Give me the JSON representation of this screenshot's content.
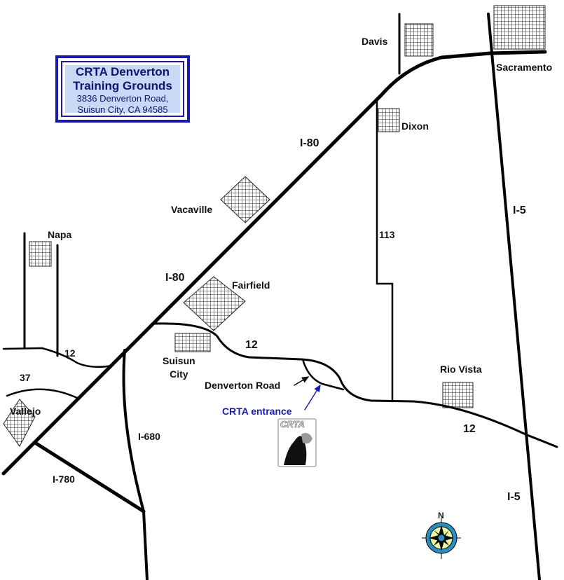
{
  "title_box": {
    "line1": "CRTA Denverton",
    "line2": "Training Grounds",
    "line3": "3836 Denverton Road,",
    "line4": "Suisun City, CA  94585"
  },
  "cities": {
    "davis": "Davis",
    "sacramento": "Sacramento",
    "dixon": "Dixon",
    "vacaville": "Vacaville",
    "napa": "Napa",
    "fairfield": "Fairfield",
    "suisun_city": "Suisun\nCity",
    "rio_vista": "Rio Vista",
    "vallejo": "Vallejo"
  },
  "roads": {
    "i80_a": "I-80",
    "i80_b": "I-80",
    "i5_a": "I-5",
    "i5_b": "I-5",
    "hwy113": "113",
    "hwy12_a": "12",
    "hwy12_b": "12",
    "hwy12_c": "12",
    "hwy37": "37",
    "i680": "I-680",
    "i780": "I-780",
    "denverton_road": "Denverton Road"
  },
  "entrance_label": "CRTA entrance",
  "logo_text": "CRTA",
  "compass_label": "N",
  "colors": {
    "title_border": "#1a1aa8",
    "title_fill": "#c9d8f5",
    "entrance": "#1a1ab0",
    "compass_ring": "#2a8fc0",
    "compass_fill": "#e8f7a0"
  }
}
